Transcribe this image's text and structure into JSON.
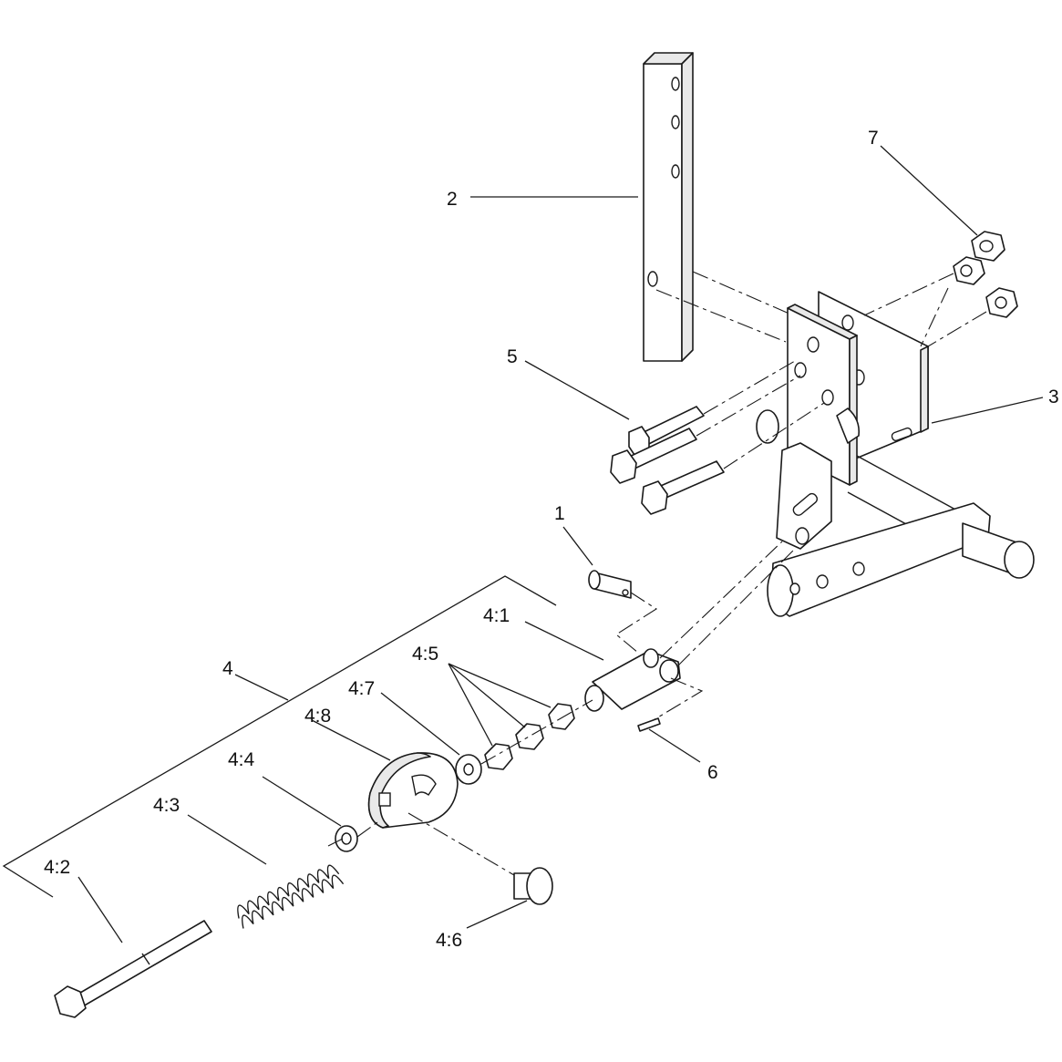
{
  "diagram": {
    "callouts": {
      "p1": "1",
      "p2": "2",
      "p3": "3",
      "p4": "4",
      "p5": "5",
      "p6": "6",
      "p7": "7",
      "p4_1": "4:1",
      "p4_2": "4:2",
      "p4_3": "4:3",
      "p4_4": "4:4",
      "p4_5": "4:5",
      "p4_6": "4:6",
      "p4_7": "4:7",
      "p4_8": "4:8"
    }
  }
}
